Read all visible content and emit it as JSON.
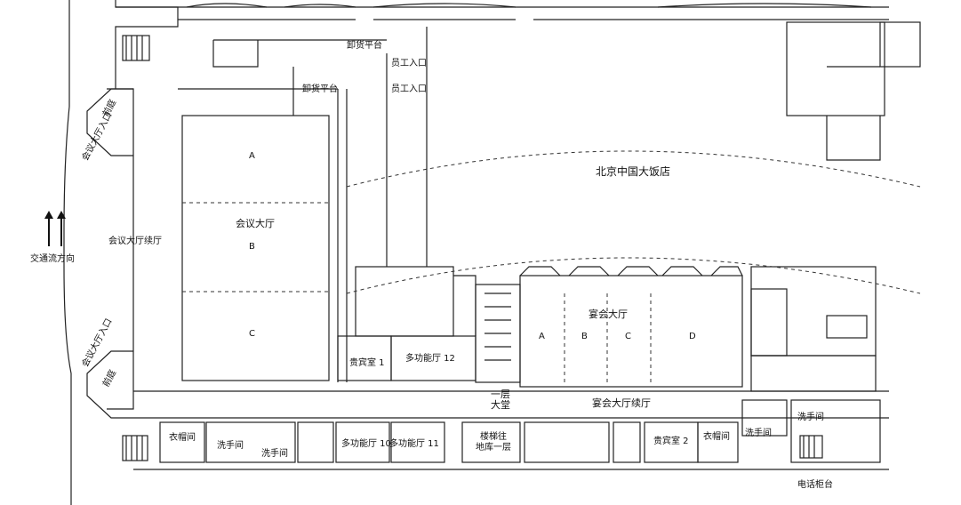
{
  "title": "北京中国大饭店",
  "traffic": {
    "label": "交通流方向"
  },
  "unloading": [
    "卸货平台",
    "卸货平台"
  ],
  "staff_entrance": [
    "员工入口",
    "员工入口"
  ],
  "conference_hall": {
    "label": "会议大厅",
    "sections": [
      "A",
      "B",
      "C"
    ]
  },
  "conference_foyer": "会议大厅续厅",
  "conference_entrance": [
    "会议大厅入口",
    "会议大厅入口"
  ],
  "porch": [
    "前庭",
    "前庭"
  ],
  "vip_room_1": "贵宾室 1",
  "function_room_12": "多功能厅 12",
  "function_room_10": "多功能厅 10",
  "function_room_11": "多功能厅 11",
  "lobby": "一层大堂",
  "banquet_hall": {
    "label": "宴会大厅",
    "sections": [
      "A",
      "B",
      "C",
      "D"
    ]
  },
  "banquet_foyer": "宴会大厅续厅",
  "cloakroom": [
    "衣帽间",
    "衣帽间"
  ],
  "restroom": [
    "洗手间",
    "洗手间",
    "洗手间",
    "洗手间"
  ],
  "stairs_basement": [
    "楼梯往",
    "地库一层"
  ],
  "vip_room_2": "贵宾室 2",
  "phone_counter": "电话柜台"
}
